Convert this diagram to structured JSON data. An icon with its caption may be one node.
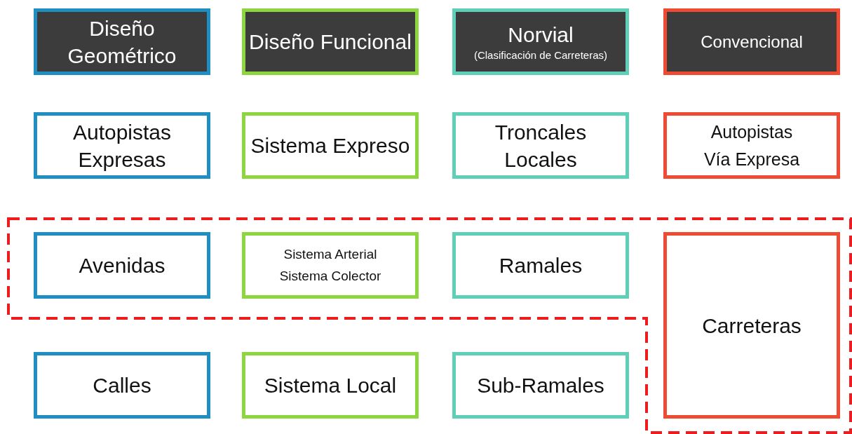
{
  "diagram": {
    "nodes": [
      {
        "text": [
          "Diseño Geométrico"
        ]
      },
      {
        "text": [
          "Diseño Funcional"
        ]
      },
      {
        "text": [
          "Norvial",
          "(Clasificación de Carreteras)"
        ]
      },
      {
        "text": [
          "Convencional"
        ]
      },
      {
        "text": [
          "Autopistas Expresas"
        ]
      },
      {
        "text": [
          "Sistema Expreso"
        ]
      },
      {
        "text": [
          "Troncales Locales"
        ]
      },
      {
        "text": [
          "Autopistas",
          "Vía Expresa"
        ]
      },
      {
        "text": [
          "Avenidas"
        ]
      },
      {
        "text": [
          "Sistema Arterial",
          "Sistema Colector"
        ]
      },
      {
        "text": [
          "Ramales"
        ]
      },
      {
        "text": [
          "Carreteras"
        ]
      },
      {
        "text": [
          "Calles"
        ]
      },
      {
        "text": [
          "Sistema Local"
        ]
      },
      {
        "text": [
          "Sub-Ramales"
        ]
      }
    ],
    "edges": []
  }
}
